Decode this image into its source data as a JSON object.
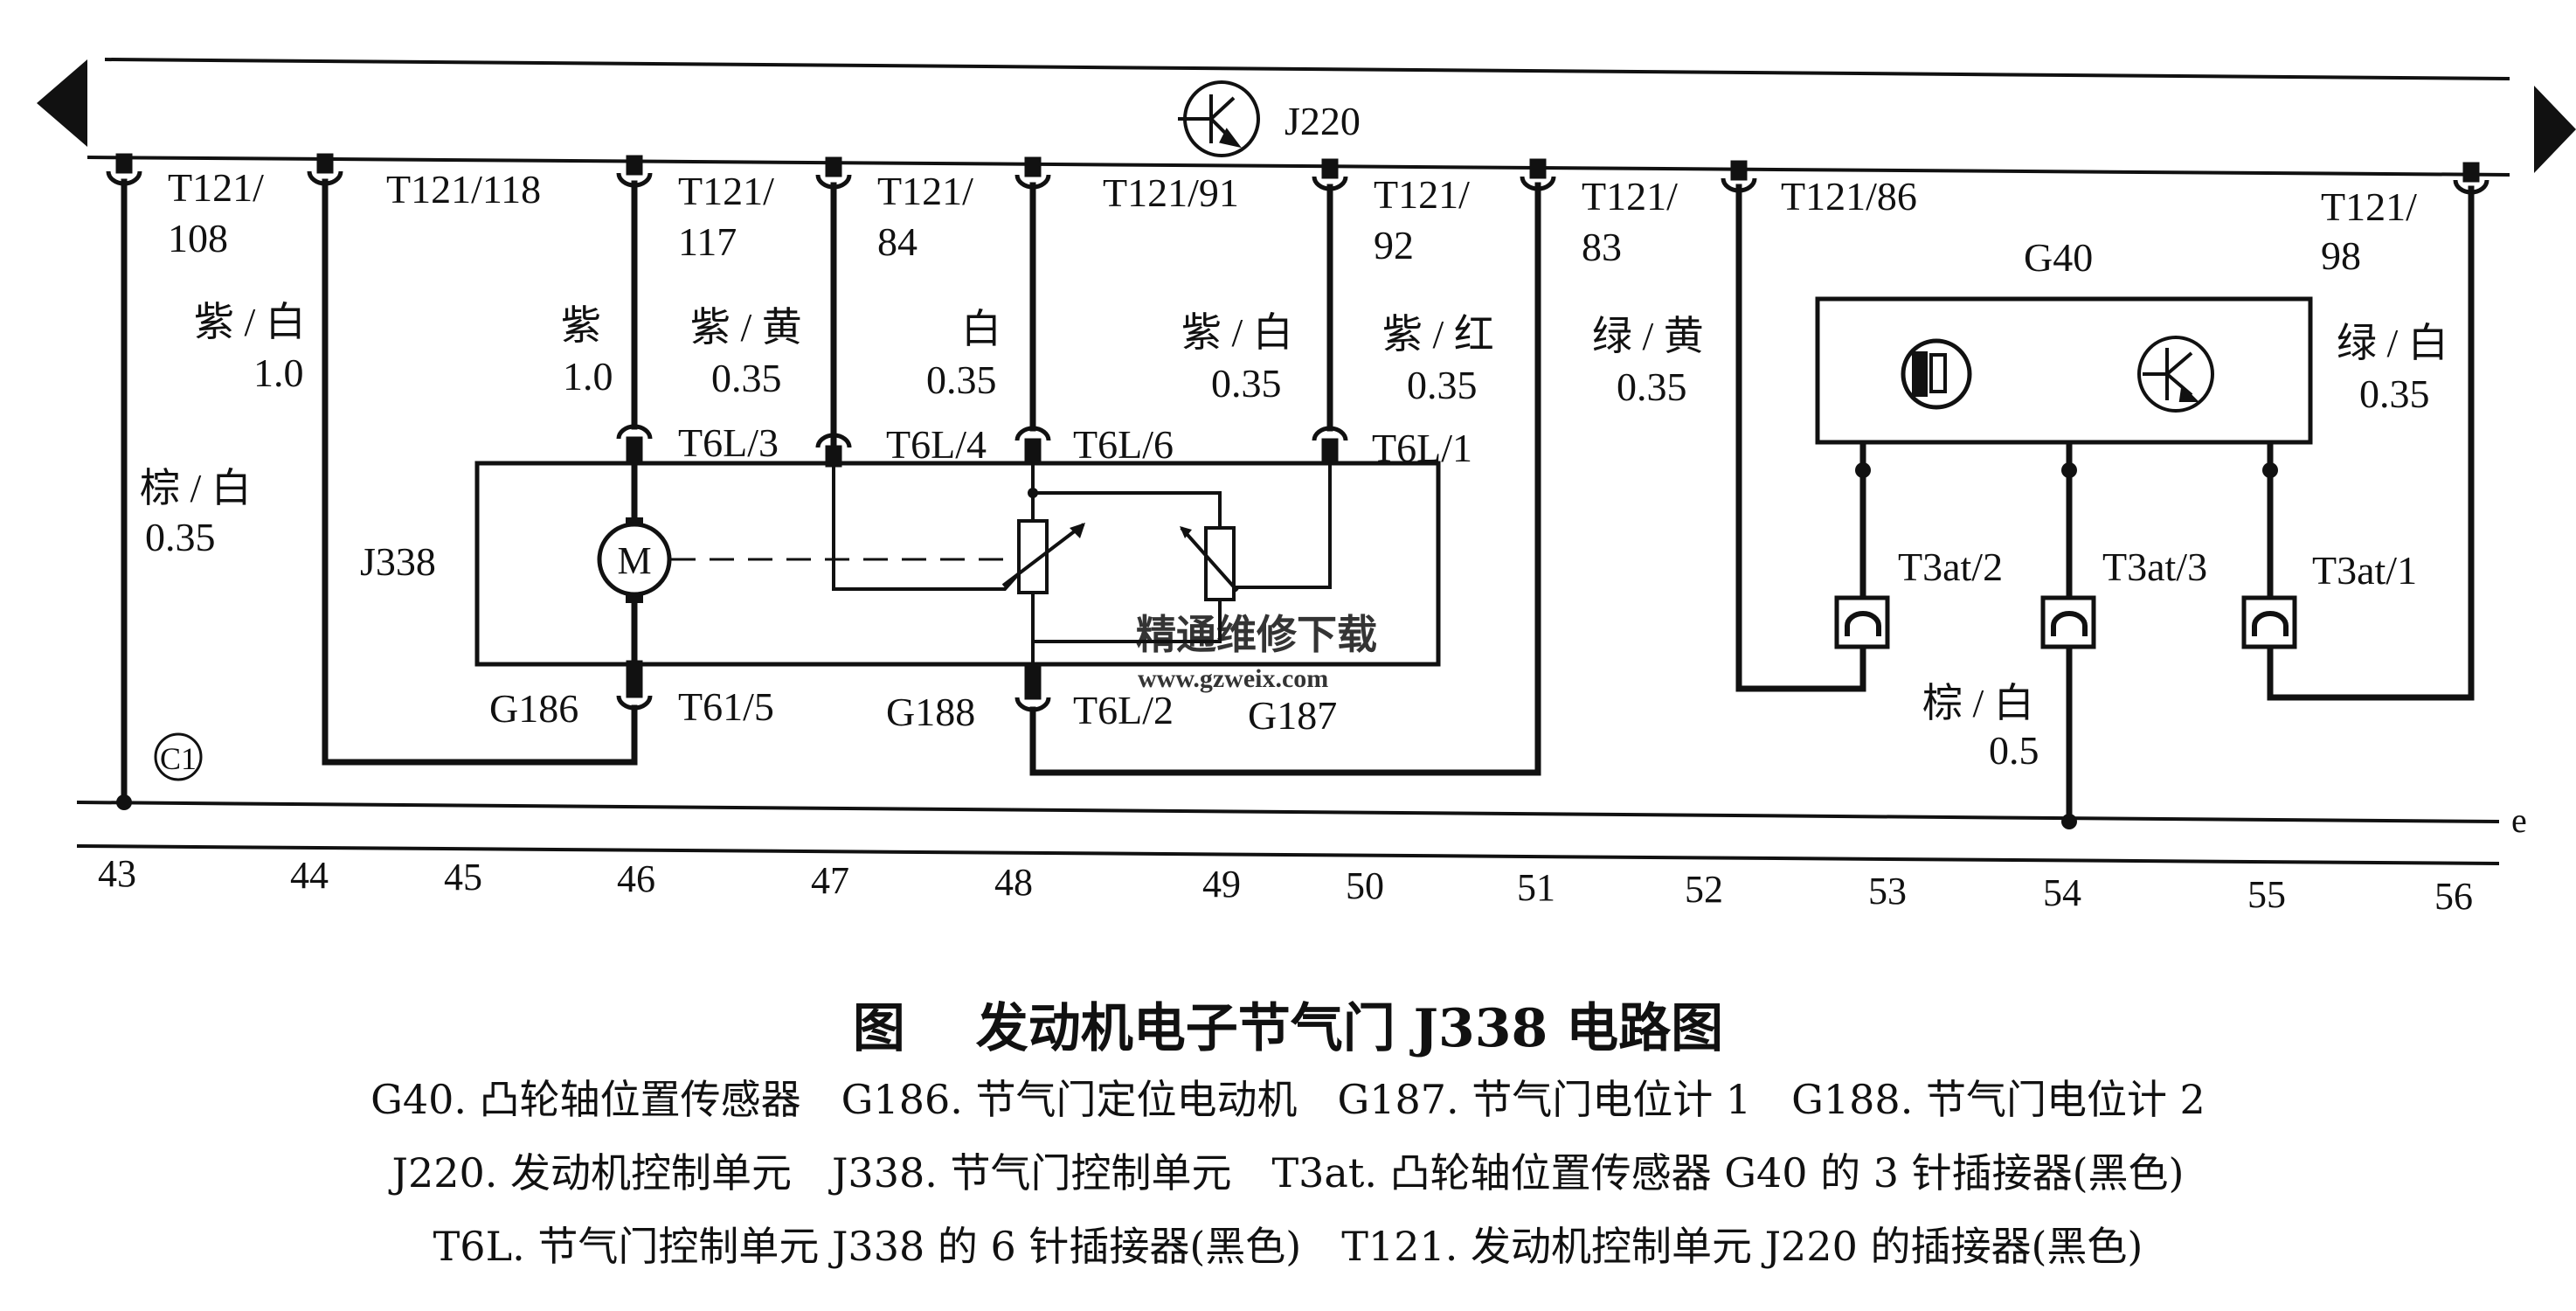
{
  "ecu": {
    "label": "J220"
  },
  "connectors": {
    "T121_108": "T121/",
    "T121_108b": "108",
    "T121_118": "T121/118",
    "T121_117": "T121/",
    "T121_117b": "117",
    "T121_84": "T121/",
    "T121_84b": "84",
    "T121_91": "T121/91",
    "T121_92": "T121/",
    "T121_92b": "92",
    "T121_83": "T121/",
    "T121_83b": "83",
    "T121_86": "T121/86",
    "T121_98": "T121/",
    "T121_98b": "98",
    "T6L_3": "T6L/3",
    "T6L_4": "T6L/4",
    "T6L_6": "T6L/6",
    "T6L_1": "T6L/1",
    "T61_5": "T61/5",
    "T6L_2": "T6L/2",
    "T3at_2": "T3at/2",
    "T3at_3": "T3at/3",
    "T3at_1": "T3at/1"
  },
  "wires": {
    "w43": {
      "color": "棕 / 白",
      "size": "0.35"
    },
    "w44": {
      "color": "紫 / 白",
      "size": "1.0"
    },
    "w46": {
      "color": "紫",
      "size": "1.0"
    },
    "w47": {
      "color": "紫 / 黄",
      "size": "0.35"
    },
    "w48": {
      "color": "白",
      "size": "0.35"
    },
    "w49": {
      "color": "紫 / 白",
      "size": "0.35"
    },
    "w50": {
      "color": "紫 / 红",
      "size": "0.35"
    },
    "w52": {
      "color": "绿 / 黄",
      "size": "0.35"
    },
    "w54": {
      "color": "棕 / 白",
      "size": "0.5"
    },
    "w56": {
      "color": "绿 / 白",
      "size": "0.35"
    }
  },
  "components": {
    "J338": "J338",
    "G186": "G186",
    "G188": "G188",
    "G187": "G187",
    "G40": "G40",
    "motor_symbol": "M",
    "ground_point": "C1",
    "ground_bus": "e"
  },
  "watermark": {
    "line1": "精通维修下载",
    "line2": "www.gzweix.com"
  },
  "grid_numbers": [
    "43",
    "44",
    "45",
    "46",
    "47",
    "48",
    "49",
    "50",
    "51",
    "52",
    "53",
    "54",
    "55",
    "56"
  ],
  "caption": {
    "title": "图　 发动机电子节气门 J338 电路图",
    "legend": [
      "G40. 凸轮轴位置传感器　G186. 节气门定位电动机　G187. 节气门电位计 1　G188. 节气门电位计 2",
      "J220. 发动机控制单元　J338. 节气门控制单元　T3at. 凸轮轴位置传感器 G40 的 3 针插接器(黑色)",
      "T6L. 节气门控制单元 J338 的 6 针插接器(黑色)　T121. 发动机控制单元 J220 的插接器(黑色)"
    ]
  }
}
